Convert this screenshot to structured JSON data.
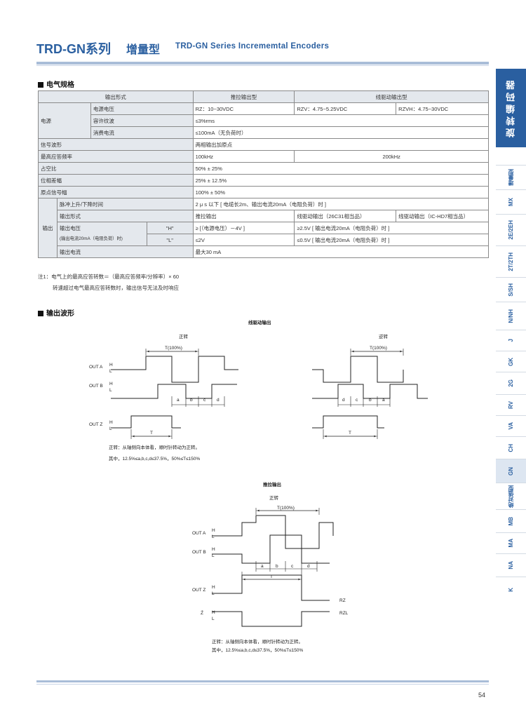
{
  "header": {
    "title": "TRD-GN系列",
    "subtitle": "增量型",
    "en_title": "TRD-GN  Series  Incrememtal  Encoders"
  },
  "sections": {
    "electrical": "电气规格",
    "waveform": "输出波形"
  },
  "spec_table": {
    "h_output_form": "输出形式",
    "h_push_pull": "推拉输出型",
    "h_line_driver": "线驱动输出型",
    "power": "电源",
    "power_voltage": "电源电压",
    "pv_push": "RZ：10~30VDC",
    "pv_rzv": "RZV：4.75~5.25VDC",
    "pv_rzvh": "RZVH：4.75~30VDC",
    "ripple": "容许纹波",
    "ripple_val": "≤3%rms",
    "consumption": "消费电流",
    "consumption_val": "≤100mA（无负荷时）",
    "signal_wave": "信号波形",
    "signal_wave_val": "两相输出加原点",
    "max_freq": "最高应答频率",
    "max_freq_push": "100kHz",
    "max_freq_line": "200kHz",
    "duty": "占空比",
    "duty_val": "50% ± 25%",
    "phase": "位相差幅",
    "phase_val": "25% ± 12.5%",
    "origin": "原点信号幅",
    "origin_val": "100% ± 50%",
    "output": "输出",
    "rise_fall": "脉冲上升/下降时间",
    "rise_fall_val": "2 μ s 以下 [ 电缆长2m、输出电流20mA（电阻负荷）时 ]",
    "out_form": "输出形式",
    "out_form_push": "推拉输出",
    "out_form_26c": "线驱动输出（26C31相当品）",
    "out_form_hd7": "线驱动输出（IC-HD7相当品）",
    "out_voltage": "输出电压",
    "out_voltage_cond": "(输出电流20mA（电阻负荷）时)",
    "h_label": "\"H\"",
    "l_label": "\"L\"",
    "h_push": "≥ [（电源电压）－4V ]",
    "h_line": "≥2.5V [ 输出电流20mA（电阻负荷）时 ]",
    "l_push": "≤2V",
    "l_line": "≤0.5V [ 输出电流20mA（电阻负荷）时 ]",
    "out_current": "输出电流",
    "out_current_val": "最大30 mA"
  },
  "notes": {
    "note1": "注1：电气上的最高应答转数＝（最高应答频率/分辨率）× 60",
    "note2": "转速超过电气最高应答转数时，输出信号无法及时响应"
  },
  "waveforms": {
    "line_driver_title": "线驱动输出",
    "push_pull_title": "推拉输出",
    "forward": "正转",
    "reverse": "逆转",
    "period": "T(100%)",
    "t": "T",
    "out_a": "OUT A",
    "out_b": "OUT B",
    "out_z": "OUT Z",
    "z_bar": "Z̄",
    "h": "H",
    "l": "L",
    "a": "a",
    "b": "b",
    "c": "c",
    "d": "d",
    "rz": "RZ",
    "rzl": "RZL",
    "desc1_line": "正转：从轴侧向本体看，顺时针转动为正转。",
    "desc2_line": "其中，12.5%≤a,b,c,d≤37.5%，50%≤T≤150%",
    "desc1_push": "正转：从轴侧向本体看，顺时针转动为正转。",
    "desc2_push": "其中，12.5%≤a,b,c,d≤37.5%，50%≤T≤150%"
  },
  "side_nav": {
    "main": "旋转编码器",
    "tabs": [
      "增量型",
      "MX",
      "2E/2EH",
      "2T/2TH",
      "S/SH",
      "N/NH",
      "J",
      "GK",
      "2G",
      "RV",
      "VA",
      "CH",
      "GN",
      "绝对值型",
      "MB",
      "MA",
      "NA",
      "K"
    ]
  },
  "page_number": "54",
  "colors": {
    "accent": "#2a5fa0",
    "table_header": "#e4e8ed",
    "tab_highlight": "#dde6f1"
  }
}
